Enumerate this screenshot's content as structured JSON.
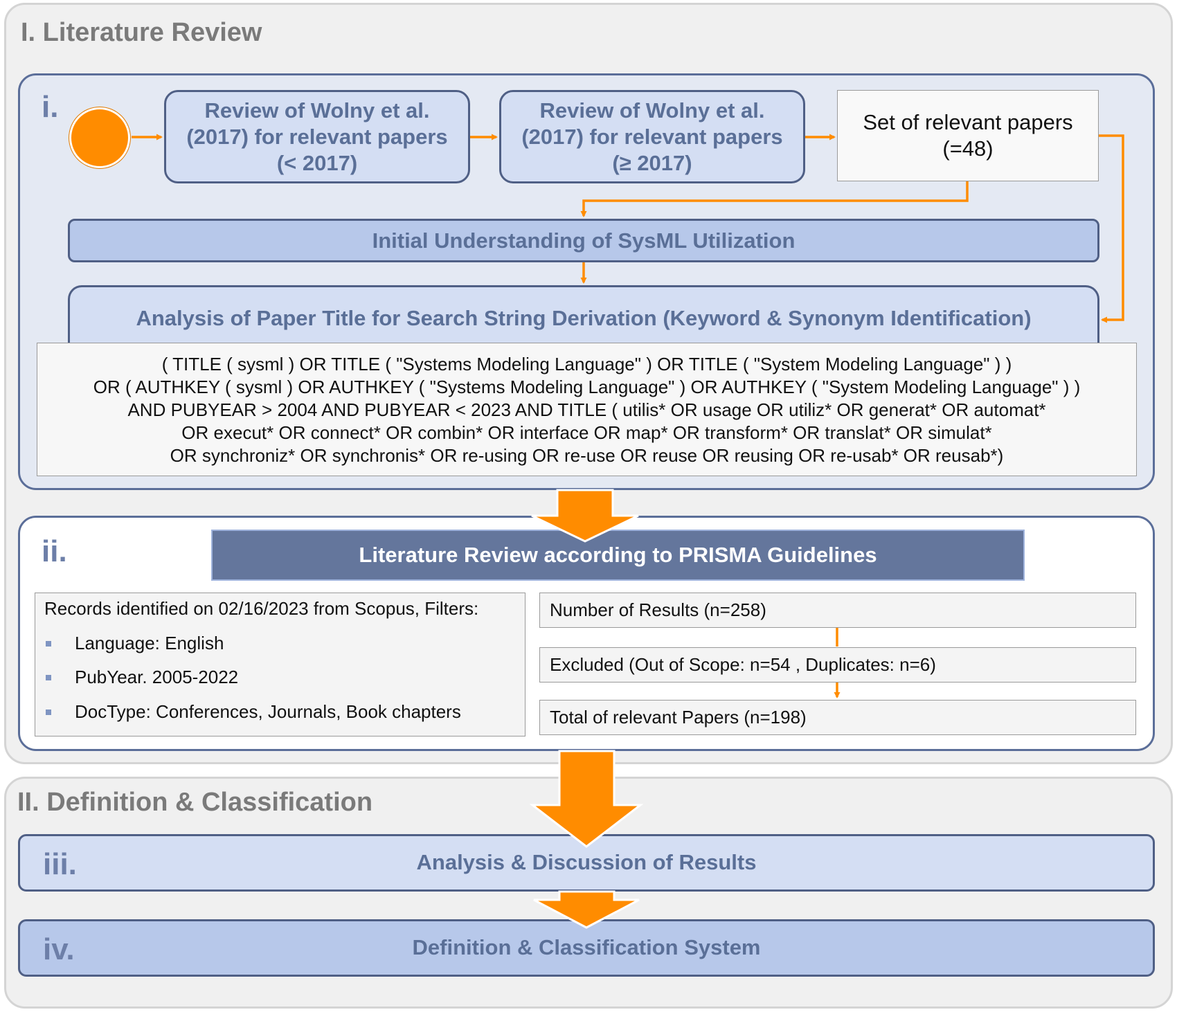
{
  "section_literature_review": {
    "title": "I. Literature Review",
    "phase_i": {
      "number": "i.",
      "review_before_2017": {
        "line1": "Review of Wolny et al.",
        "line2": "(2017) for relevant papers",
        "line3": "(< 2017)"
      },
      "review_after_2017": {
        "line1": "Review of Wolny et al.",
        "line2": "(2017) for relevant papers",
        "line3": "(≥ 2017)"
      },
      "relevant_papers": {
        "line1": "Set of relevant papers",
        "line2": "(=48)"
      },
      "initial_understanding": "Initial Understanding of SysML Utilization",
      "analysis_title": "Analysis of Paper Title for Search String Derivation (Keyword & Synonym Identification)",
      "search_string_lines": [
        "( TITLE ( sysml )  OR  TITLE ( \"Systems Modeling Language\" )  OR  TITLE ( \"System Modeling Language\" ) )",
        "OR ( AUTHKEY ( sysml )  OR  AUTHKEY ( \"Systems Modeling Language\" )  OR  AUTHKEY ( \"System Modeling Language\" ) )",
        "AND  PUBYEAR  >  2004  AND  PUBYEAR  <  2023 AND TITLE ( utilis*  OR  usage  OR  utiliz*  OR  generat*  OR  automat*",
        "OR  execut*  OR  connect*  OR  combin*  OR  interface  OR  map*  OR  transform*  OR  translat*  OR  simulat*",
        "OR  synchroniz*  OR  synchronis*  OR  re-using  OR  re-use  OR  reuse  OR  reusing OR re-usab* OR reusab*)"
      ]
    },
    "phase_ii": {
      "number": "ii.",
      "title": "Literature Review according to PRISMA Guidelines",
      "records_heading": "Records identified on 02/16/2023 from Scopus, Filters:",
      "filters": [
        "Language: English",
        "PubYear. 2005-2022",
        "DocType: Conferences, Journals, Book chapters"
      ],
      "results": [
        "Number of Results (n=258)",
        "Excluded (Out of Scope: n=54 , Duplicates: n=6)",
        "Total of relevant Papers (n=198)"
      ]
    }
  },
  "section_definition": {
    "title": "II. Definition & Classification",
    "phase_iii": {
      "number": "iii.",
      "title": "Analysis & Discussion of Results"
    },
    "phase_iv": {
      "number": "iv.",
      "title": "Definition & Classification System"
    }
  },
  "colors": {
    "accent_orange": "#ff8c00",
    "dark_blue": "#64769c",
    "light_blue": "#d4def3",
    "mid_blue": "#b7c8ea",
    "border_blue": "#4f5f85"
  }
}
